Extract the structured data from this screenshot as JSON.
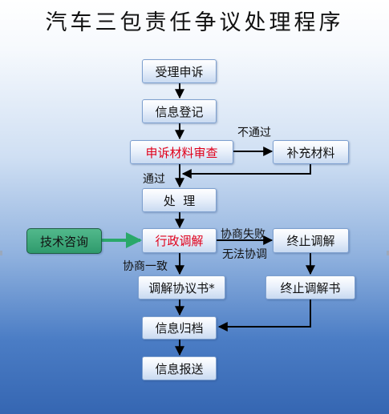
{
  "title": "汽车三包责任争议处理程序",
  "nodes": {
    "complaint": "受理申诉",
    "register": "信息登记",
    "review": "申诉材料审查",
    "supplement": "补充材料",
    "process": "处  理",
    "tech": "技术咨询",
    "mediation": "行政调解",
    "terminate": "终止调解",
    "agreement": "调解协议书*",
    "termination_doc": "终止调解书",
    "archive": "信息归档",
    "report": "信息报送"
  },
  "edge_labels": {
    "not_pass": "不通过",
    "pass": "通过",
    "negotiation_failed": "协商失败",
    "cannot_negotiate": "无法协调",
    "consensus": "协商一致"
  },
  "colors": {
    "highlight_text": "#e0001b",
    "connector_green": "#2aa86a",
    "tech_box": "#3aa77a",
    "box_border": "#7ea0cf"
  }
}
